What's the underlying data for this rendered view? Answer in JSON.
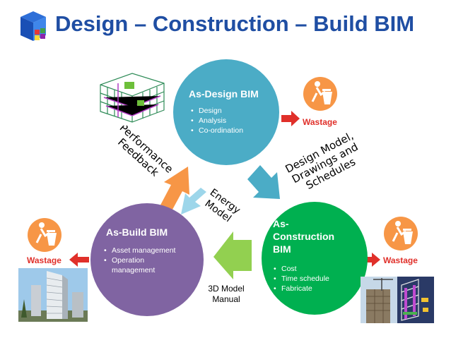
{
  "title": "Design – Construction – Build BIM",
  "as_design": {
    "title": "As-Design BIM",
    "bullets": [
      "Design",
      "Analysis",
      "Co-ordination"
    ]
  },
  "as_build": {
    "title": "As-Build BIM",
    "bullets": [
      "Asset management",
      "Operation management"
    ]
  },
  "as_construction": {
    "title": "As- Construction BIM",
    "bullets": [
      "Cost",
      "Time schedule",
      "Fabricate"
    ]
  },
  "flows": {
    "performance_feedback": "Performance\nFeedback",
    "design_model": "Design Model,\nDrawings and\nSchedules",
    "energy_model": "Energy\nModel",
    "model_3d_manual": "3D Model\nManual"
  },
  "wastage": {
    "top": "Wastage",
    "left": "Wastage",
    "right": "Wastage"
  },
  "colors": {
    "title": "#1f4ea3",
    "as_design": "#4bacc6",
    "as_build": "#8064a2",
    "as_construction": "#00b050",
    "arrow_orange": "#f79646",
    "arrow_blue": "#4bacc6",
    "arrow_light_blue": "#9dd6ea",
    "arrow_green": "#92d050",
    "wastage": "#e0302a",
    "bin_icon": "#f79646"
  },
  "icons": [
    "logo-icon",
    "trash-bin-icon",
    "building-model-image",
    "tower-building-image",
    "construction-site-image"
  ]
}
